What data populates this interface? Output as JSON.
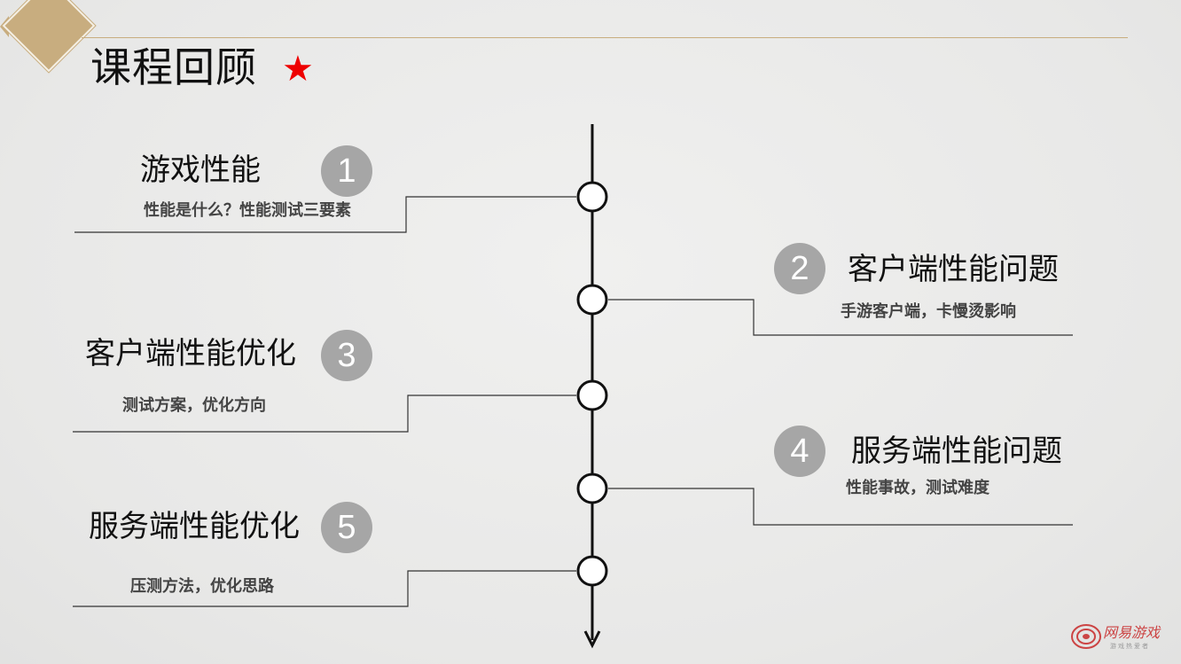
{
  "header": {
    "title": "课程回顾",
    "star_color": "#e00000",
    "accent_color": "#c8ad7f"
  },
  "items": [
    {
      "number": "1",
      "title": "游戏性能",
      "desc": "性能是什么？性能测试三要素"
    },
    {
      "number": "2",
      "title": "客户端性能问题",
      "desc": "手游客户端，卡慢烫影响"
    },
    {
      "number": "3",
      "title": "客户端性能优化",
      "desc": "测试方案，优化方向"
    },
    {
      "number": "4",
      "title": "服务端性能问题",
      "desc": "性能事故，测试难度"
    },
    {
      "number": "5",
      "title": "服务端性能优化",
      "desc": "压测方法，优化思路"
    }
  ],
  "logo": {
    "name": "网易游戏",
    "sub": "游戏热爱者",
    "icon": "netease-logo-icon",
    "color": "#cc4444"
  }
}
